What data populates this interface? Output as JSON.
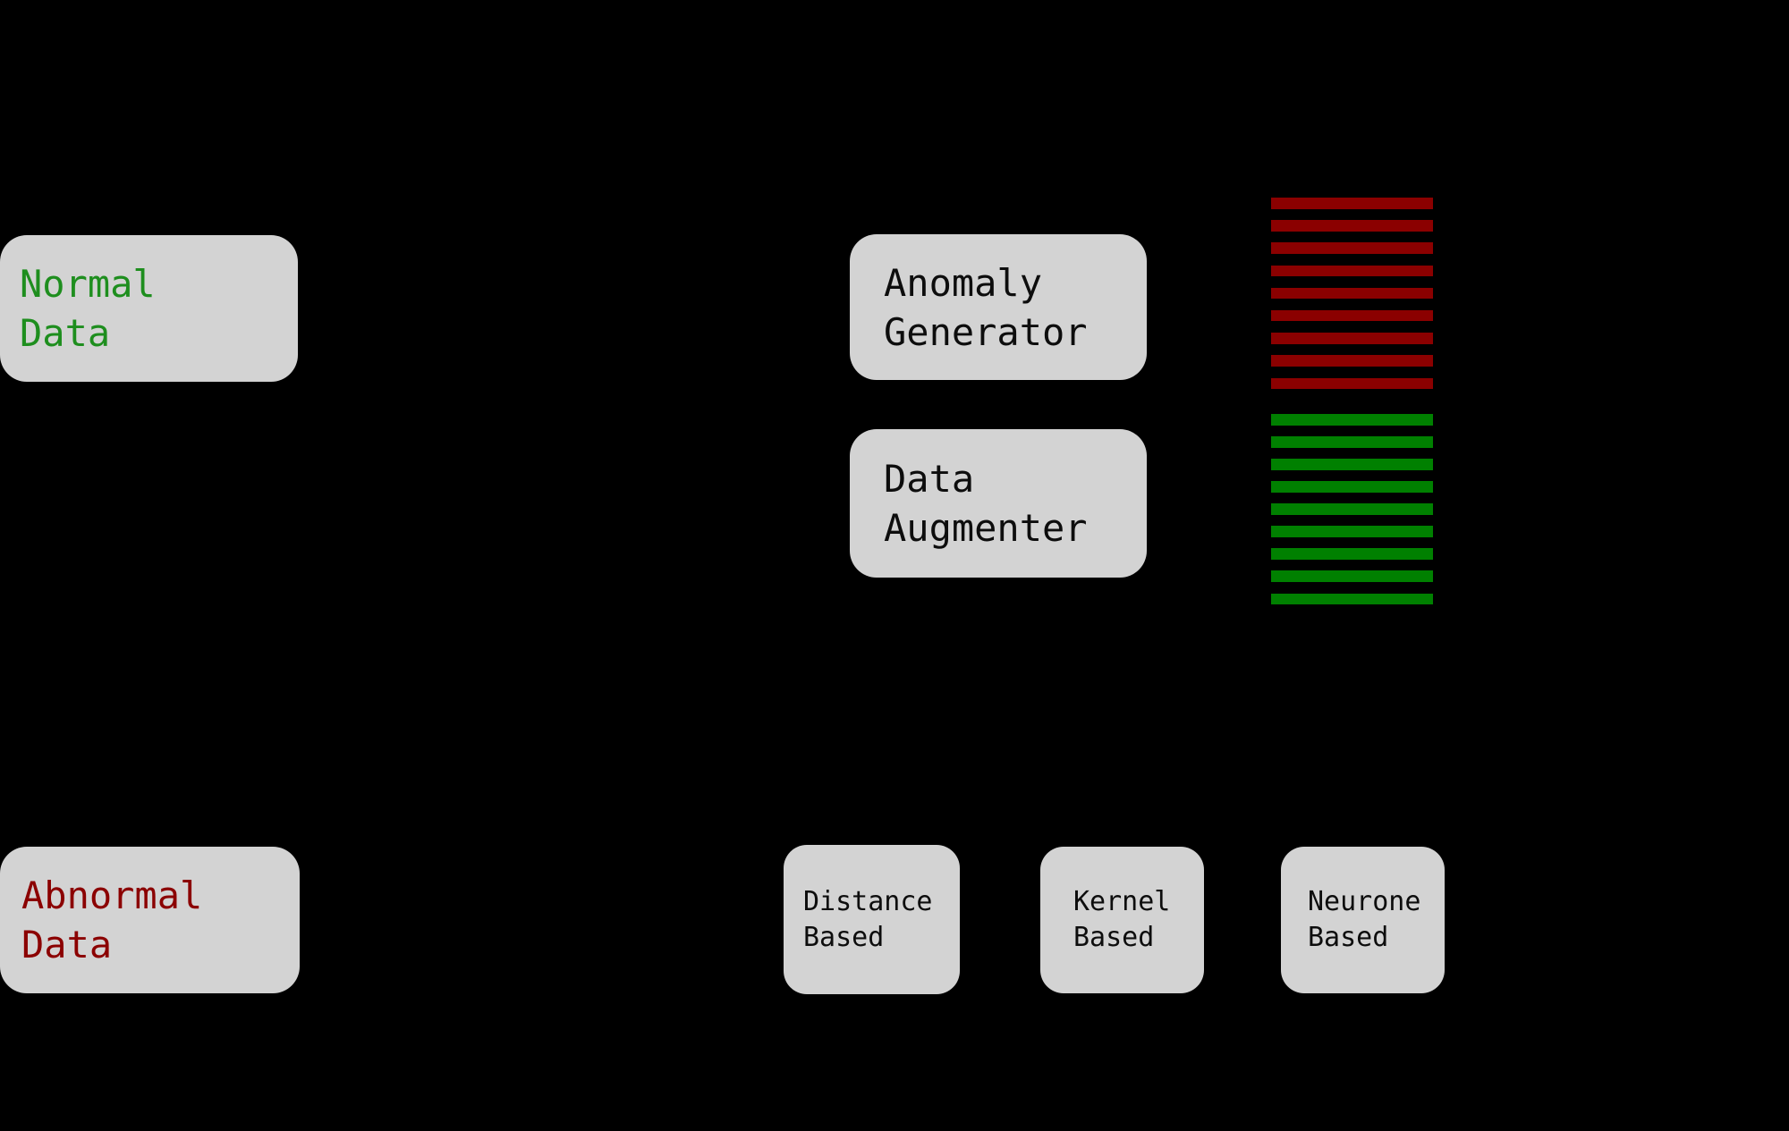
{
  "diagram": {
    "background_color": "#000000",
    "box_fill_color": "#d3d3d3",
    "boxes": {
      "normal_data": {
        "lines": [
          "Normal",
          "Data"
        ],
        "text_color": "#1e8e1e"
      },
      "abnormal_data": {
        "lines": [
          "Abnormal",
          "Data"
        ],
        "text_color": "#8b0000"
      },
      "anomaly_generator": {
        "lines": [
          "Anomaly",
          "Generator"
        ],
        "text_color": "#0d0d0d"
      },
      "data_augmenter": {
        "lines": [
          "Data",
          "Augmenter"
        ],
        "text_color": "#0d0d0d"
      },
      "distance_based": {
        "lines": [
          "Distance",
          "Based"
        ],
        "text_color": "#0d0d0d"
      },
      "kernel_based": {
        "lines": [
          "Kernel",
          "Based"
        ],
        "text_color": "#0d0d0d"
      },
      "neurone_based": {
        "lines": [
          "Neurone",
          "Based"
        ],
        "text_color": "#0d0d0d"
      }
    },
    "stripe_groups": {
      "anomalous_samples": {
        "count": 9,
        "color": "#8b0000"
      },
      "normal_samples": {
        "count": 9,
        "color": "#008000"
      }
    }
  }
}
